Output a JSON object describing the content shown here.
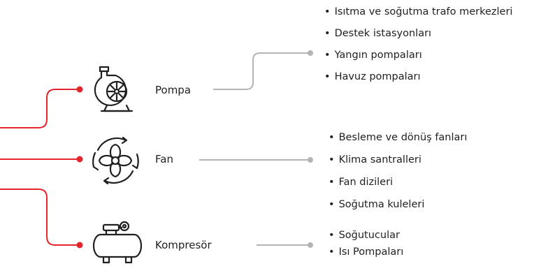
{
  "colors": {
    "red": "#e4262c",
    "gray": "#b4b4b4",
    "ink": "#1f1f1f"
  },
  "categories": [
    {
      "name": "Pompa",
      "icon": "pump-icon",
      "items": [
        "Isıtma ve soğutma trafo merkezleri",
        "Destek istasyonları",
        "Yangın pompaları",
        "Havuz pompaları"
      ]
    },
    {
      "name": "Fan",
      "icon": "fan-icon",
      "items": [
        "Besleme ve dönüş fanları",
        "Klima santralleri",
        "Fan dizileri",
        "Soğutma kuleleri"
      ]
    },
    {
      "name": "Kompresör",
      "icon": "compressor-icon",
      "items": [
        "Soğutucular",
        "Isı Pompaları"
      ]
    }
  ]
}
